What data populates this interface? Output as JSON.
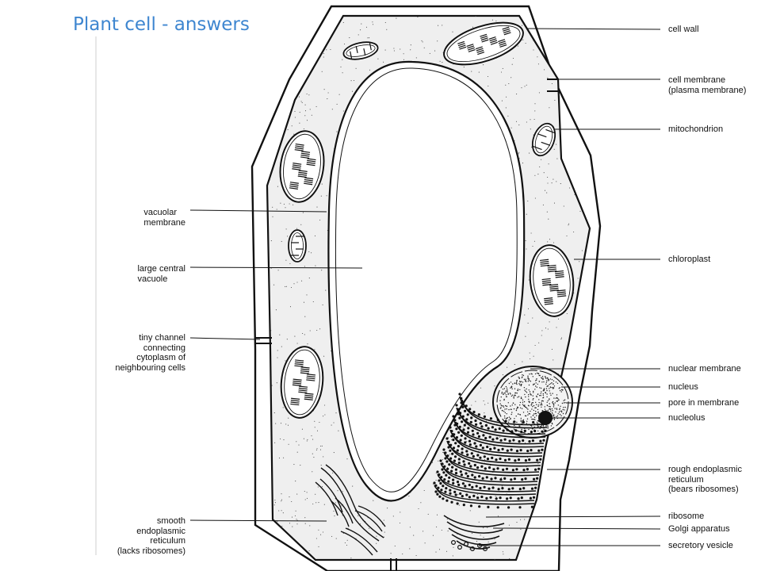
{
  "title": "Plant cell - answers",
  "colors": {
    "title": "#3e86d0",
    "ink": "#111111",
    "cytoplasm": "#eeeeee"
  },
  "labels_right": [
    {
      "id": "cell-wall",
      "text": "cell wall"
    },
    {
      "id": "cell-membrane",
      "text": "cell membrane\n(plasma membrane)"
    },
    {
      "id": "mitochondrion",
      "text": "mitochondrion"
    },
    {
      "id": "chloroplast",
      "text": "chloroplast"
    },
    {
      "id": "nuclear-membrane",
      "text": "nuclear membrane"
    },
    {
      "id": "nucleus",
      "text": "nucleus"
    },
    {
      "id": "pore-in-membrane",
      "text": "pore in membrane"
    },
    {
      "id": "nucleolus",
      "text": "nucleolus"
    },
    {
      "id": "rough-er",
      "text": "rough endoplasmic\nreticulum\n(bears ribosomes)"
    },
    {
      "id": "ribosome",
      "text": "ribosome"
    },
    {
      "id": "golgi",
      "text": "Golgi apparatus"
    },
    {
      "id": "secretory-vesicle",
      "text": "secretory vesicle"
    }
  ],
  "labels_left": [
    {
      "id": "vacuolar-membrane",
      "text": "vacuolar\nmembrane"
    },
    {
      "id": "central-vacuole",
      "text": "large central\nvacuole"
    },
    {
      "id": "tiny-channel",
      "text": "tiny channel\nconnecting\ncytoplasm of\nneighbouring cells"
    },
    {
      "id": "smooth-er",
      "text": "smooth\nendoplasmic\nreticulum\n(lacks ribosomes)"
    }
  ]
}
